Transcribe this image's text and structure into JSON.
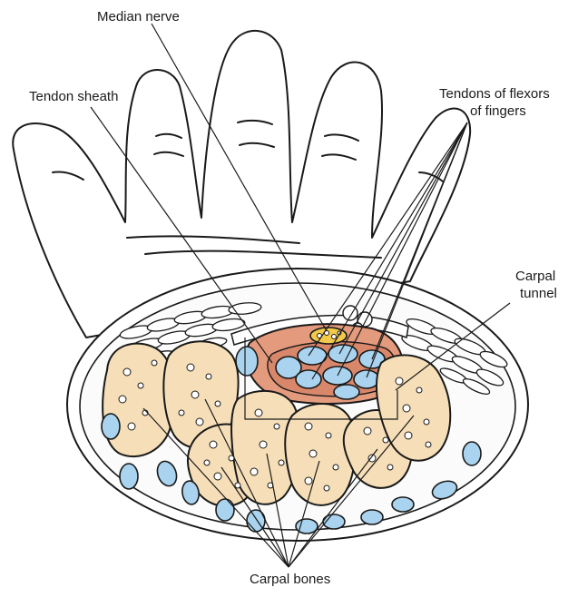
{
  "labels": {
    "median_nerve": "Median nerve",
    "tendon_sheath": "Tendon sheath",
    "tendons_flexors_line1": "Tendons of flexors",
    "tendons_flexors_line2": "of fingers",
    "carpal_tunnel_line1": "Carpal",
    "carpal_tunnel_line2": "tunnel",
    "carpal_bones": "Carpal bones"
  },
  "colors": {
    "outline": "#1a1a1a",
    "bone": "#f6dfb8",
    "tendon": "#a9d3ee",
    "sheath": "#e49a7c",
    "nerve": "#f2c94a",
    "background": "#ffffff"
  }
}
